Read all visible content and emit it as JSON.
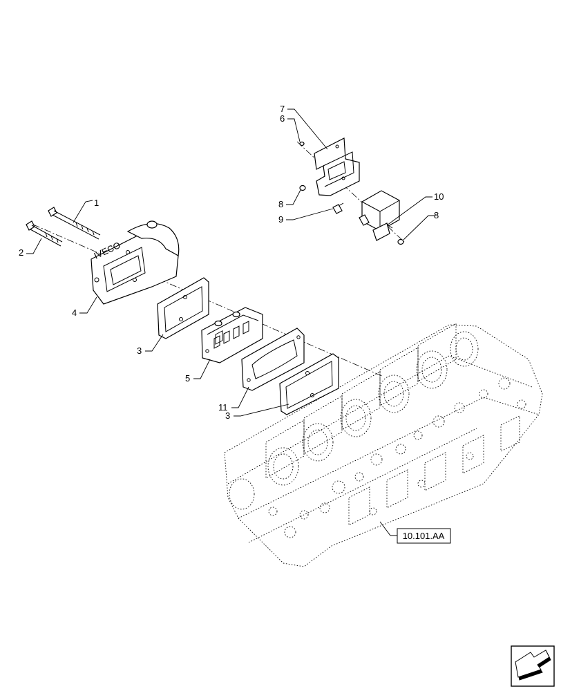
{
  "callouts": [
    {
      "id": "c1",
      "text": "1"
    },
    {
      "id": "c2",
      "text": "2"
    },
    {
      "id": "c3a",
      "text": "3"
    },
    {
      "id": "c3b",
      "text": "3"
    },
    {
      "id": "c4",
      "text": "4"
    },
    {
      "id": "c5",
      "text": "5"
    },
    {
      "id": "c6",
      "text": "6"
    },
    {
      "id": "c7",
      "text": "7"
    },
    {
      "id": "c8a",
      "text": "8"
    },
    {
      "id": "c8b",
      "text": "8"
    },
    {
      "id": "c9",
      "text": "9"
    },
    {
      "id": "c10",
      "text": "10"
    },
    {
      "id": "c11",
      "text": "11"
    }
  ],
  "reference_label": "10.101.AA",
  "nav_icon": "next-page-arrow-icon"
}
